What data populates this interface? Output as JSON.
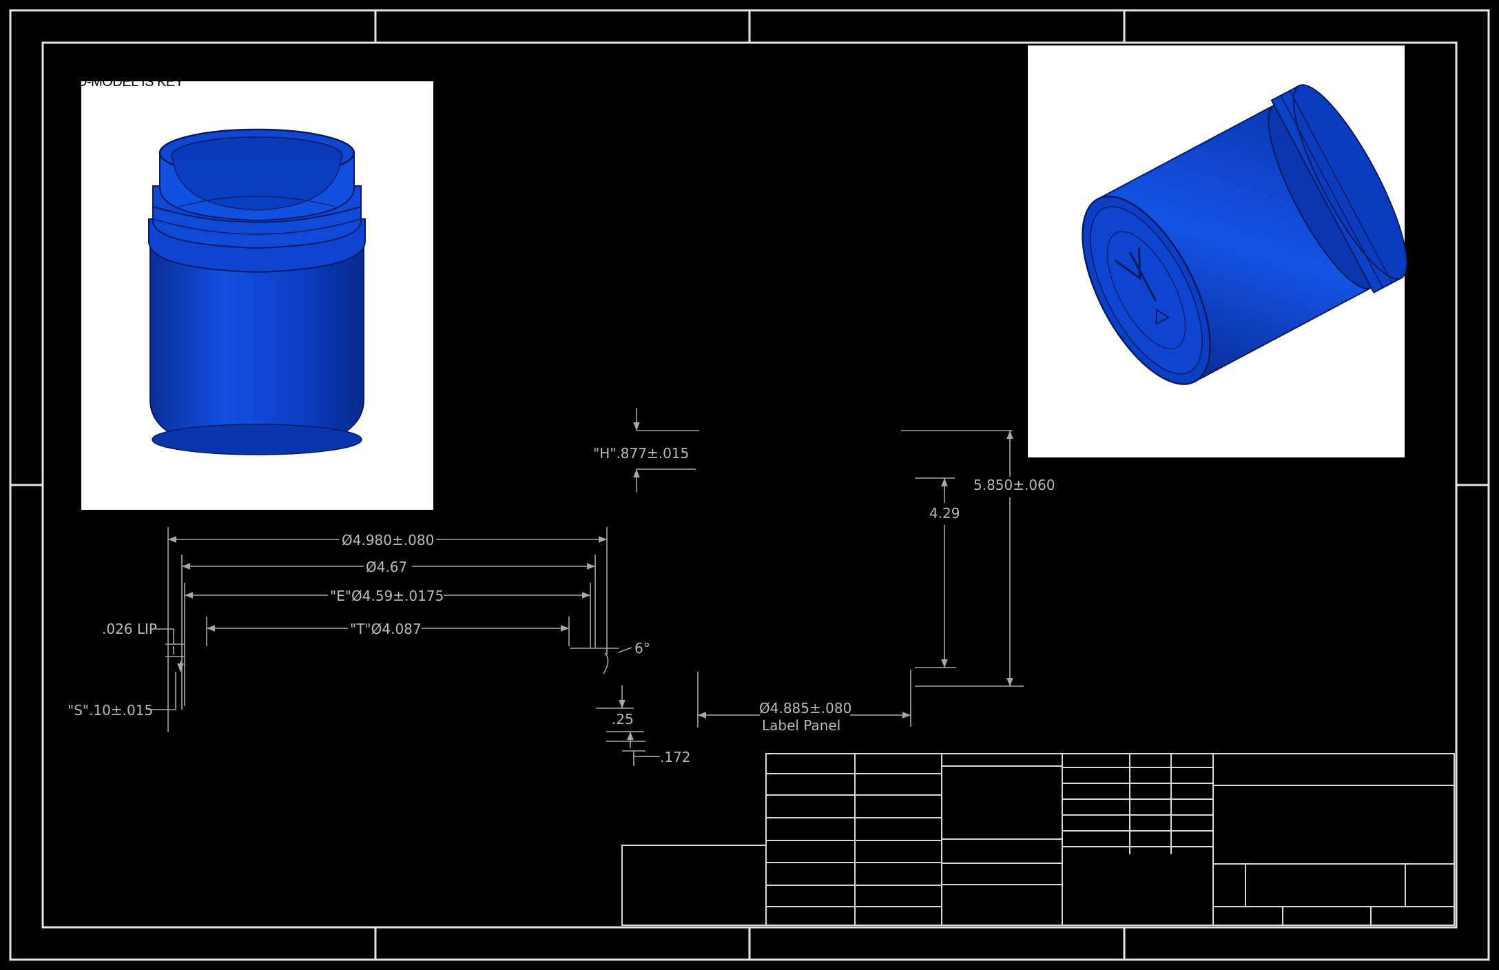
{
  "caption": "D-MODEL IS KEY",
  "colors": {
    "background": "#000000",
    "line": "#a8a8a8",
    "jar_blue": "#0b3fc6",
    "panel": "#ffffff"
  },
  "dimensions": {
    "h_label": "\"H\".877±.015",
    "overall_height": "5.850±.060",
    "body_height": "4.29",
    "outer_dia": "Ø4.980±.080",
    "dia_467": "Ø4.67",
    "e_dia": "\"E\"Ø4.59±.0175",
    "t_dia": "\"T\"Ø4.087",
    "lip": ".026 LIP",
    "angle": "6°",
    "s_label": "\"S\".10±.015",
    "thread_pitch": ".25",
    "thread_depth": ".172",
    "label_panel_dia": "Ø4.885±.080",
    "label_panel_text": "Label Panel"
  }
}
